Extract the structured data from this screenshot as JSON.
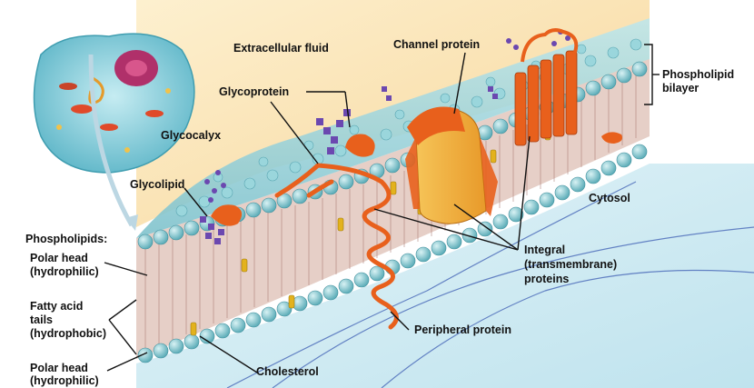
{
  "labels": {
    "extracellular_fluid": "Extracellular fluid",
    "channel_protein": "Channel protein",
    "phospholipid_bilayer_1": "Phospholipid",
    "phospholipid_bilayer_2": "bilayer",
    "glycoprotein": "Glycoprotein",
    "glycocalyx": "Glycocalyx",
    "glycolipid": "Glycolipid",
    "cytosol": "Cytosol",
    "phospholipids": "Phospholipids:",
    "polar_head_top_1": "Polar head",
    "polar_head_top_2": "(hydrophilic)",
    "fatty_acid_tails_1": "Fatty acid",
    "fatty_acid_tails_2": "tails",
    "fatty_acid_tails_3": "(hydrophobic)",
    "polar_head_bottom_1": "Polar head",
    "polar_head_bottom_2": "(hydrophilic)",
    "integral_1": "Integral",
    "integral_2": "(transmembrane)",
    "integral_3": "proteins",
    "peripheral_protein": "Peripheral protein",
    "cholesterol": "Cholesterol"
  },
  "colors": {
    "extracellular": "#fbe3b2",
    "cytosol": "#cfe9f0",
    "heads": "#7fc9d2",
    "tails": "#c9a8a0",
    "protein": "#e8601c",
    "channel": "#f2b640",
    "sugar": "#6b48b0",
    "cholesterol": "#e3b21d",
    "line": "#111111"
  }
}
